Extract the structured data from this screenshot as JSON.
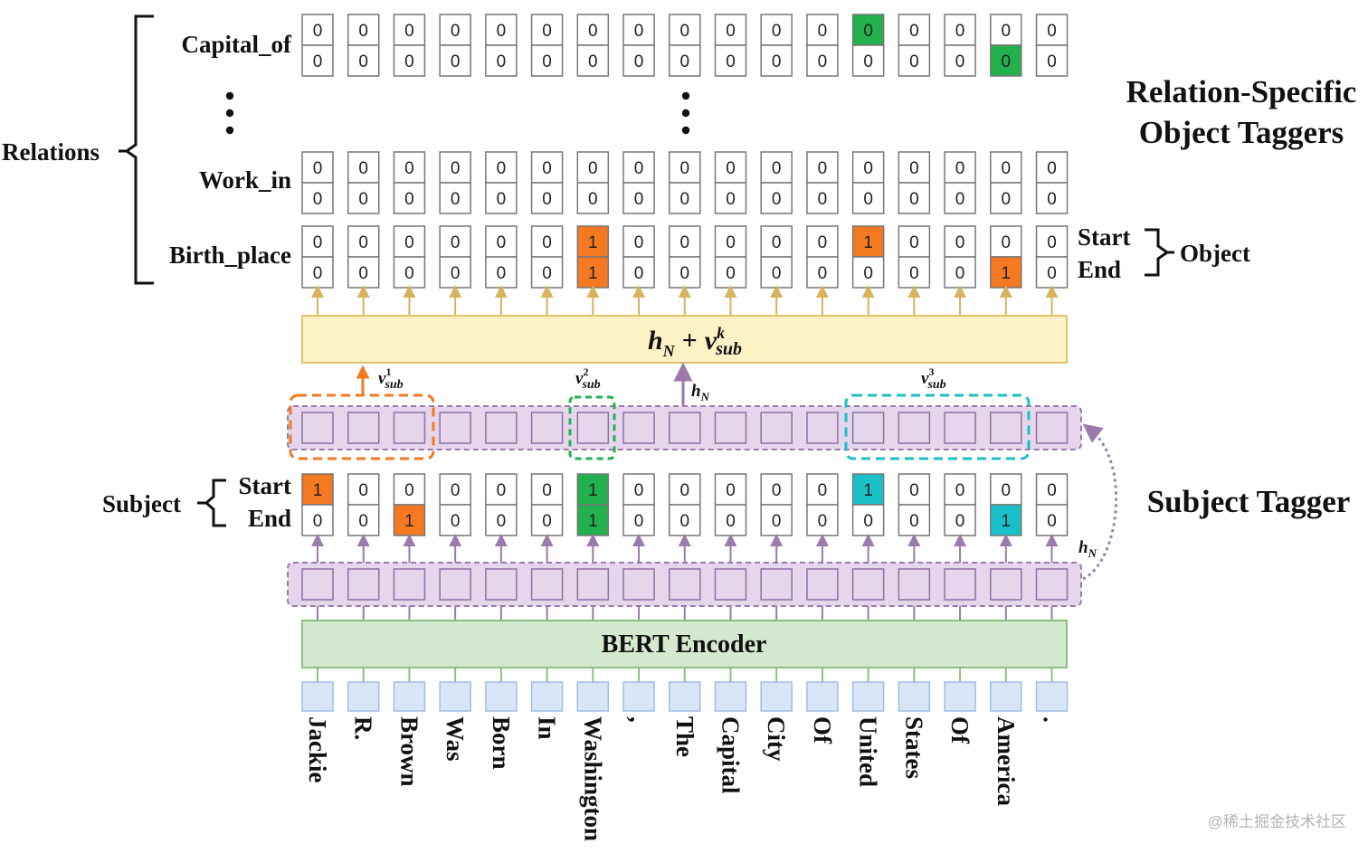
{
  "labels": {
    "relations": "Relations",
    "capital_of": "Capital_of",
    "work_in": "Work_in",
    "birth_place": "Birth_place",
    "rel_title_1": "Relation-Specific",
    "rel_title_2": "Object Taggers",
    "start": "Start",
    "end": "End",
    "object": "Object",
    "subject": "Subject",
    "subject_tagger": "Subject Tagger",
    "bert": "BERT Encoder",
    "watermark": "@稀土掘金技术社区",
    "hn_vsub": {
      "h": "h",
      "N": "N",
      "plus": "+",
      "v": "v",
      "k": "k",
      "sub": "sub"
    },
    "vsub1": {
      "v": "v",
      "sup": "1",
      "sub": "sub"
    },
    "vsub2": {
      "v": "v",
      "sup": "2",
      "sub": "sub"
    },
    "vsub3": {
      "v": "v",
      "sup": "3",
      "sub": "sub"
    },
    "hn_mid": {
      "h": "h",
      "N": "N"
    },
    "hn_side": {
      "h": "h",
      "N": "N"
    }
  },
  "tokens": [
    "Jackie",
    "R.",
    "Brown",
    "Was",
    "Born",
    "In",
    "Washington",
    ",",
    "The",
    "Capital",
    "City",
    "Of",
    "United",
    "States",
    "Of",
    "America",
    "."
  ],
  "tag_rows": {
    "capital_of": {
      "start": [
        0,
        0,
        0,
        0,
        0,
        0,
        0,
        0,
        0,
        0,
        0,
        0,
        0,
        0,
        0,
        0,
        0
      ],
      "end": [
        0,
        0,
        0,
        0,
        0,
        0,
        0,
        0,
        0,
        0,
        0,
        0,
        0,
        0,
        0,
        0,
        0
      ],
      "start_highlight": [
        12
      ],
      "end_highlight": [
        15
      ]
    },
    "work_in": {
      "start": [
        0,
        0,
        0,
        0,
        0,
        0,
        0,
        0,
        0,
        0,
        0,
        0,
        0,
        0,
        0,
        0,
        0
      ],
      "end": [
        0,
        0,
        0,
        0,
        0,
        0,
        0,
        0,
        0,
        0,
        0,
        0,
        0,
        0,
        0,
        0,
        0
      ],
      "start_highlight": [],
      "end_highlight": []
    },
    "birth_place": {
      "start": [
        0,
        0,
        0,
        0,
        0,
        0,
        1,
        0,
        0,
        0,
        0,
        0,
        1,
        0,
        0,
        0,
        0
      ],
      "end": [
        0,
        0,
        0,
        0,
        0,
        0,
        1,
        0,
        0,
        0,
        0,
        0,
        0,
        0,
        0,
        1,
        0
      ],
      "start_highlight": [
        6,
        12
      ],
      "end_highlight": [
        6,
        15
      ]
    },
    "subject": {
      "start": [
        1,
        0,
        0,
        0,
        0,
        0,
        1,
        0,
        0,
        0,
        0,
        0,
        1,
        0,
        0,
        0,
        0
      ],
      "end": [
        0,
        0,
        1,
        0,
        0,
        0,
        1,
        0,
        0,
        0,
        0,
        0,
        0,
        0,
        0,
        1,
        0
      ],
      "start_highlight": [
        0,
        6,
        12
      ],
      "end_highlight": [
        2,
        6,
        15
      ]
    }
  },
  "colors": {
    "orange": "#f47920",
    "green": "#22b14c",
    "cyan": "#19c0c8",
    "purple_fill": "#e6d6ec",
    "purple_border": "#9b7aac",
    "yellow_fill": "#fdf2c6",
    "yellow_border": "#e2c36c",
    "bert_fill": "#d5e8d0",
    "bert_border": "#8cc07e",
    "token_fill": "#d9e6f7",
    "token_border": "#9fbde6",
    "arrow_gold": "#d8b25c",
    "arrow_purple": "#9b7aac",
    "arrow_orange": "#f47920"
  }
}
